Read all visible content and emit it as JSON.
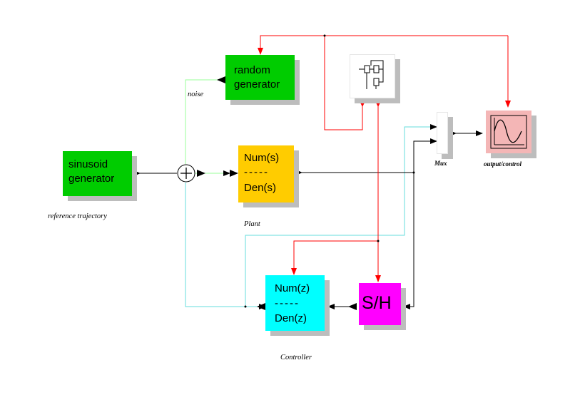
{
  "blocks": {
    "sinusoid": {
      "line1": "sinusoid",
      "line2": "generator",
      "color": "#00cc00"
    },
    "random": {
      "line1": "random",
      "line2": "generator",
      "color": "#00cc00"
    },
    "plant": {
      "num": "Num(s)",
      "bar": "-----",
      "den": "Den(s)",
      "color": "#ffcc00"
    },
    "controller": {
      "num": "Num(z)",
      "bar": "-----",
      "den": "Den(z)",
      "color": "#00ffff"
    },
    "sample_hold": {
      "label": "S/H",
      "color": "#ff00ff"
    },
    "scope": {
      "color": "#f4b6b6"
    },
    "clock": {
      "color": "#ffffff"
    },
    "mux": {
      "color": "#ffffff"
    }
  },
  "labels": {
    "noise": "noise",
    "reference": "reference trajectory",
    "plant": "Plant",
    "controller": "Controller",
    "mux": "Mux",
    "scope": "output/control"
  },
  "colors": {
    "event_link": "#ff0000",
    "reference_link": "#99ff99",
    "noise_link": "#66dddd",
    "regular_link": "#000000"
  }
}
